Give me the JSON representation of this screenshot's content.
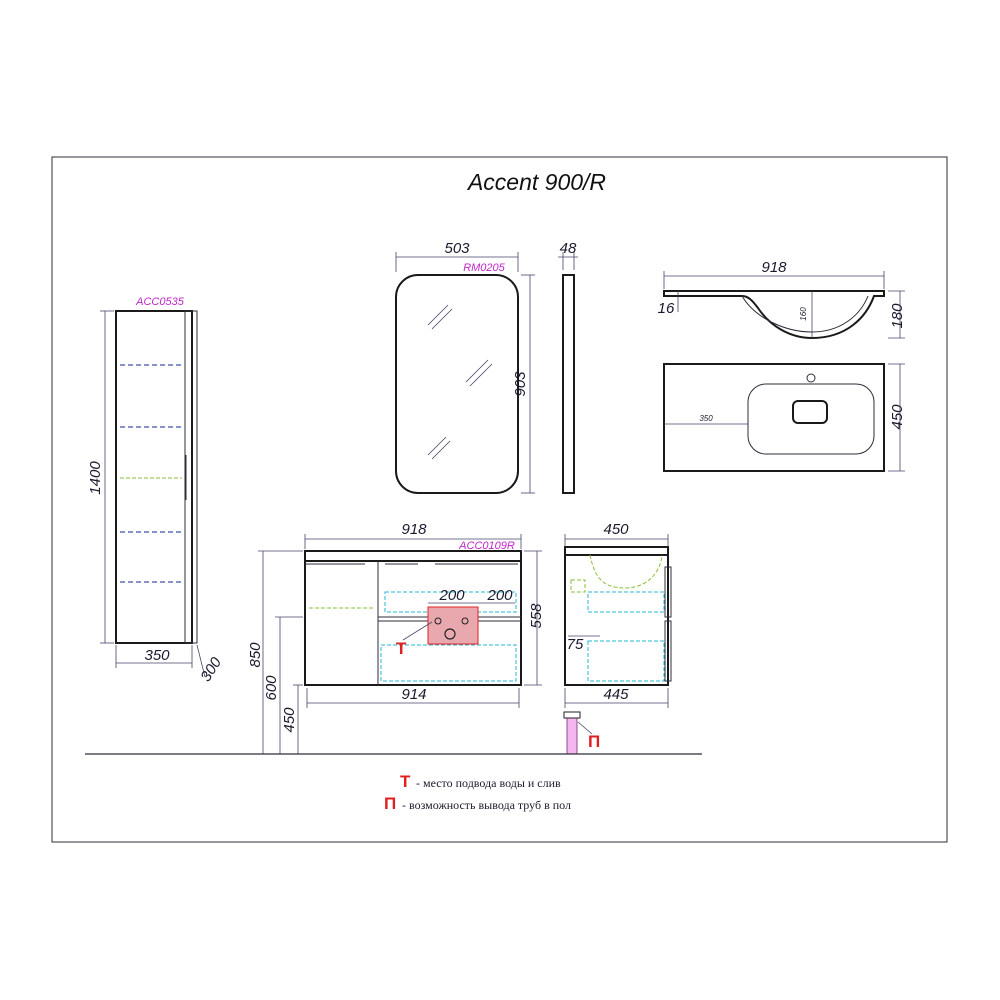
{
  "title": "Accent 900/R",
  "column": {
    "code": "ACC0535",
    "height": "1400",
    "width": "350",
    "depth": "300"
  },
  "mirror": {
    "code": "RM0205",
    "width": "503",
    "height": "903",
    "depth": "48"
  },
  "basin_section": {
    "width": "918",
    "thickness": "16",
    "height": "180",
    "bowl_depth": "160"
  },
  "basin_top": {
    "depth": "450",
    "offset": "350"
  },
  "cabinet_front": {
    "code": "ACC0109R",
    "top_width": "918",
    "height": "558",
    "bottom_width": "914",
    "dim_a": "200",
    "dim_b": "200",
    "install_850": "850",
    "install_600": "600",
    "install_450": "450",
    "mark_t": "Т"
  },
  "cabinet_side": {
    "top_depth": "450",
    "bottom_depth": "445",
    "dim_75": "75"
  },
  "pipe": {
    "mark_p": "П"
  },
  "legend": {
    "items": [
      {
        "mark": "Т",
        "text": "- место подвода воды и слив"
      },
      {
        "mark": "П",
        "text": "- возможность вывода труб в пол"
      }
    ]
  },
  "colors": {
    "dimension": "#1a1a2e",
    "code": "#c026c9",
    "marker": "#e02020",
    "shelf": "#3b4fb0",
    "cyan_outline": "#27b4d6",
    "green_outline": "#8abf3a"
  }
}
